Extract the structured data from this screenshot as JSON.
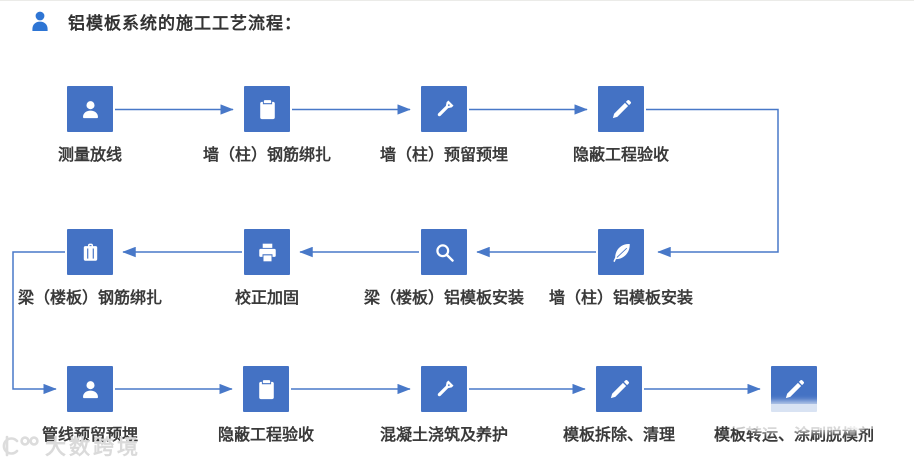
{
  "page": {
    "title": "铝模板系统的施工工艺流程：",
    "background": "#ffffff"
  },
  "colors": {
    "box_blue": "#4472C4",
    "arrow_blue": "#4878C8",
    "title_icon_blue": "#2E75D4",
    "label_text": "#3A3A3A",
    "watermark_gray": "#DADADA"
  },
  "flow": {
    "rows": [
      {
        "name": "row-1",
        "direction": "left-to-right",
        "nodes": [
          {
            "icon": "user-icon",
            "label": "测量放线"
          },
          {
            "icon": "clipboard-icon",
            "label": "墙（柱）钢筋绑扎"
          },
          {
            "icon": "flashlight-icon",
            "label": "墙（柱）预留预埋"
          },
          {
            "icon": "pencil-icon",
            "label": "隐蔽工程验收"
          }
        ]
      },
      {
        "name": "row-2",
        "direction": "right-to-left",
        "nodes": [
          {
            "icon": "briefcase-icon",
            "label": "梁（楼板）钢筋绑扎"
          },
          {
            "icon": "printer-icon",
            "label": "校正加固"
          },
          {
            "icon": "search-icon",
            "label": "梁（楼板）铝模板安装"
          },
          {
            "icon": "feather-icon",
            "label": "墙（柱）铝模板安装"
          }
        ]
      },
      {
        "name": "row-3",
        "direction": "left-to-right",
        "nodes": [
          {
            "icon": "user-icon",
            "label": "管线预留预埋"
          },
          {
            "icon": "clipboard-icon",
            "label": "隐蔽工程验收"
          },
          {
            "icon": "flashlight-icon",
            "label": "混凝土浇筑及养护"
          },
          {
            "icon": "pencil-icon",
            "label": "模板拆除、清理"
          },
          {
            "icon": "pencil-icon",
            "label": "模板转运、涂刷脱模剂"
          }
        ]
      }
    ]
  },
  "watermark": {
    "logo": "k100-logo",
    "text": "大数跨境"
  }
}
